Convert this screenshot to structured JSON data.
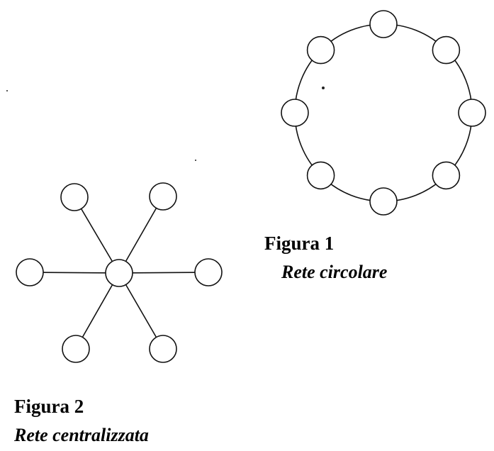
{
  "figure1": {
    "number": "Figura 1",
    "title": "Rete circolare",
    "topology": "ring",
    "node_count": 8,
    "stroke_color": "#111111",
    "node_fill": "#ffffff"
  },
  "figure2": {
    "number": "Figura 2",
    "title": "Rete centralizzata",
    "topology": "star",
    "node_count": 7,
    "peripheral_count": 6,
    "stroke_color": "#111111",
    "node_fill": "#ffffff"
  }
}
